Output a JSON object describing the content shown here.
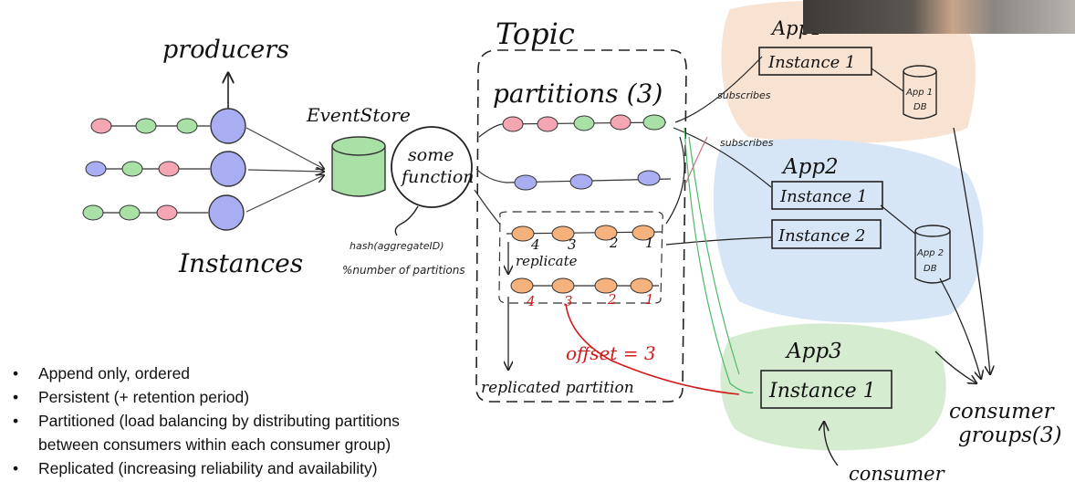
{
  "labels": {
    "producers": "producers",
    "instances": "Instances",
    "event_store": "EventStore",
    "some": "some",
    "function": "function",
    "hash": "hash(aggregateID)",
    "mod_partitions": "%number of partitions",
    "topic": "Topic",
    "partitions": "partitions (3)",
    "replicate": "replicate",
    "replicated_partition": "replicated partition",
    "offset": "offset = 3",
    "subscribes_1": "subscribes",
    "subscribes_2": "subscribes",
    "consumer": "consumer",
    "consumer_groups_line1": "consumer",
    "consumer_groups_line2": "groups(3)"
  },
  "offsets_top": [
    "4",
    "3",
    "2",
    "1"
  ],
  "offsets_bottom": [
    "4",
    "3",
    "2",
    "1"
  ],
  "apps": [
    {
      "name": "App1",
      "instances": [
        "Instance 1"
      ],
      "db": [
        "App 1",
        "DB"
      ],
      "color": "#f8e3d2"
    },
    {
      "name": "App2",
      "instances": [
        "Instance 1",
        "Instance 2"
      ],
      "db": [
        "App 2",
        "DB"
      ],
      "color": "#d7e6f7"
    },
    {
      "name": "App3",
      "instances": [
        "Instance 1"
      ],
      "color": "#d6ecd1"
    }
  ],
  "bullets": [
    "Append only, ordered",
    "Persistent (+ retention period)",
    "Partitioned (load balancing by distributing partitions",
    "between consumers within each consumer group)",
    "Replicated (increasing reliability and availability)"
  ],
  "colors": {
    "pink": "#f4a7b2",
    "green": "#a8e0a6",
    "blue": "#a9aef2",
    "orange": "#f5b27d",
    "red": "#d11a1a"
  }
}
